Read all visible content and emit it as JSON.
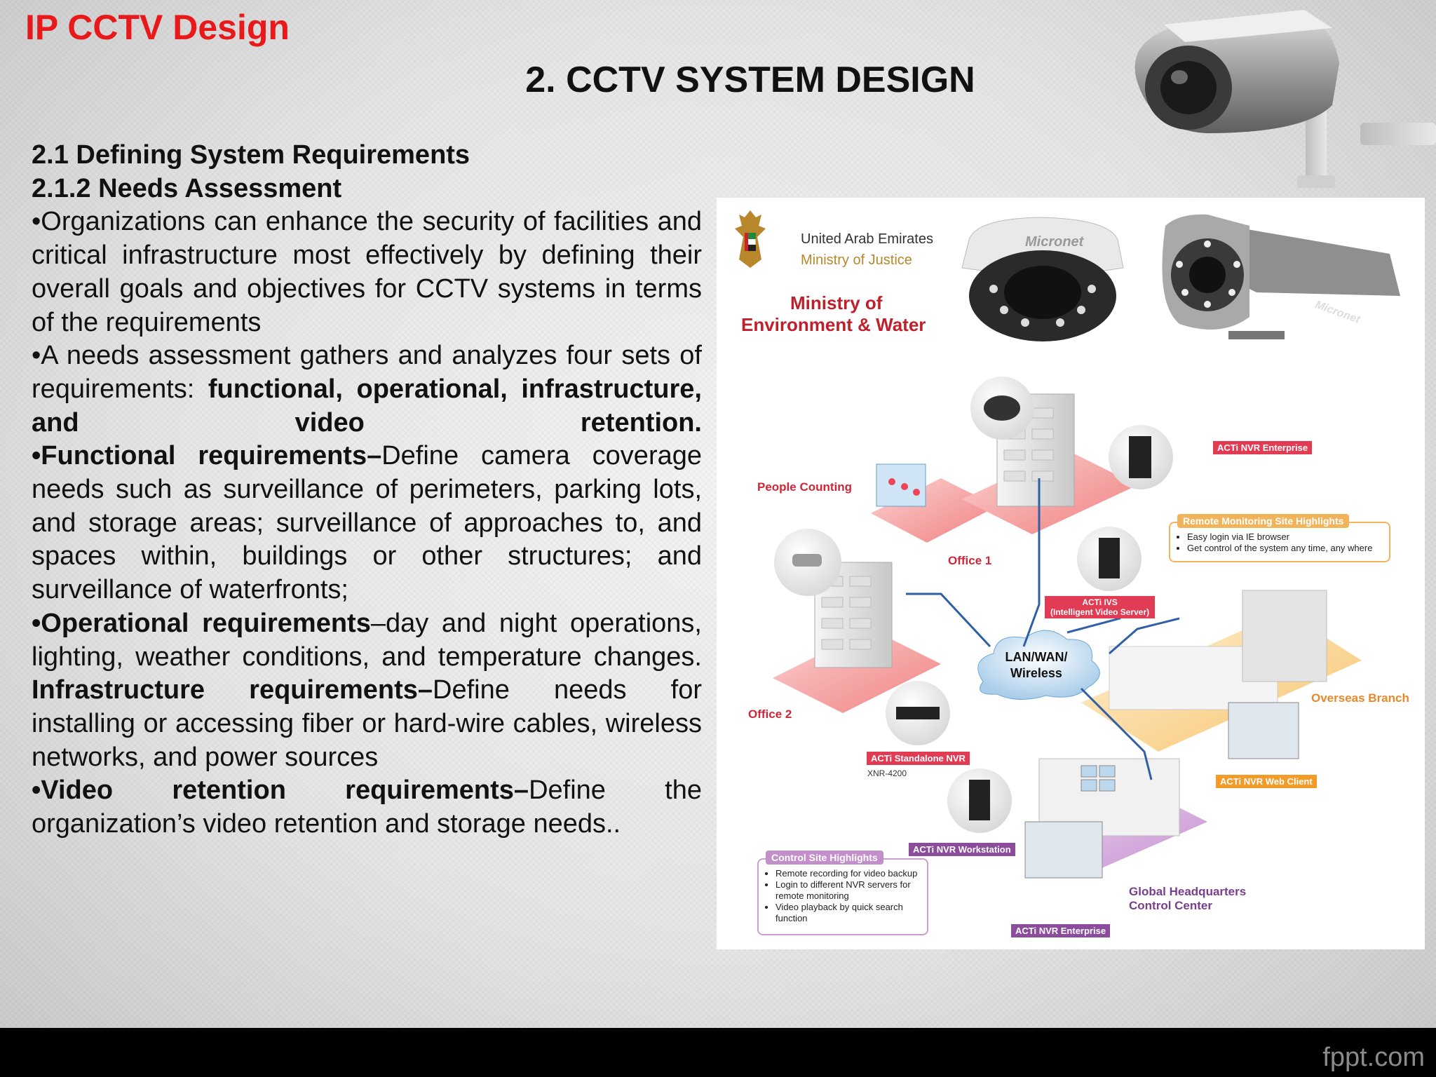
{
  "brand": "IP CCTV Design",
  "slide_title": "2. CCTV SYSTEM DESIGN",
  "headings": {
    "h1": "2.1 Defining System Requirements",
    "h2": "2.1.2 Needs Assessment"
  },
  "bullets": {
    "b1": "•Organizations can enhance the security of facilities and critical infrastructure most effectively by defining their overall goals and objectives for CCTV systems in terms of the requirements",
    "b2_text": "•A needs assessment gathers and analyzes four sets of requirements: ",
    "b2_bold": "functional, operational, infrastructure, and video retention.",
    "b3_bold": "•Functional requirements–",
    "b3_text": "Define camera coverage needs such as surveillance of perimeters, parking lots, and storage areas; surveillance of approaches to, and spaces within, buildings or other structures; and surveillance of waterfronts;",
    "b4_bold": "•Operational requirements",
    "b4_text": "–day and night operations, lighting, weather conditions, and temperature changes. ",
    "b4_bold2": "Infrastructure requirements–",
    "b4_text2": "Define needs for installing or accessing fiber or hard-wire cables, wireless networks, and power sources",
    "b5_bold": "•Video retention requirements–",
    "b5_text": "Define the organization’s video retention and storage needs.."
  },
  "figure": {
    "uae_line1": "United Arab Emirates",
    "uae_line2": "Ministry of  Justice",
    "ministry_line1": "Ministry of",
    "ministry_line2": "Environment & Water",
    "brand_dome": "Micronet",
    "brand_bullet": "Micronet",
    "people_counting": "People Counting",
    "office1": "Office 1",
    "office2": "Office 2",
    "cloud_line1": "LAN/WAN/",
    "cloud_line2": "Wireless",
    "overseas": "Overseas Branch",
    "hq_line1": "Global Headquarters",
    "hq_line2": "Control Center",
    "tag_nvr_enterprise": "ACTi NVR Enterprise",
    "tag_ivs_line1": "ACTi IVS",
    "tag_ivs_line2": "(Intelligent Video Server)",
    "tag_standalone": "ACTi Standalone NVR",
    "model": "XNR-4200",
    "tag_workstation": "ACTi NVR Workstation",
    "tag_web_client": "ACTi NVR Web Client",
    "tag_nvr_enterprise_2": "ACTi NVR Enterprise",
    "remote_title": "Remote Monitoring Site Highlights",
    "remote_items": [
      "Easy login via IE browser",
      "Get control of the system any time, any where"
    ],
    "control_title": "Control Site Highlights",
    "control_items": [
      "Remote recording for video backup",
      "Login to different NVR servers for remote monitoring",
      "Video playback by quick search function"
    ]
  },
  "footer": "fppt.com",
  "colors": {
    "brand_red": "#e8191b",
    "tag_red": "#e23b54",
    "ministry_red": "#c0202b",
    "tag_orange": "#f29b28",
    "tag_purple": "#8b4c9c",
    "bar": "#000000"
  }
}
